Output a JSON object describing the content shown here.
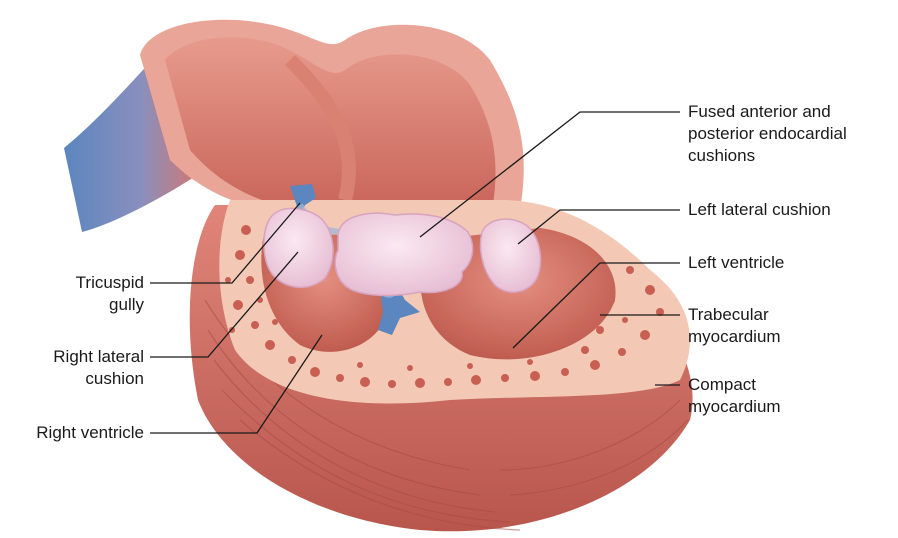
{
  "labels": {
    "fused_cushions": [
      "Fused anterior and",
      "posterior endocardial",
      "cushions"
    ],
    "left_lateral_cushion": [
      "Left lateral cushion"
    ],
    "left_ventricle": [
      "Left ventricle"
    ],
    "trabecular_myocardium": [
      "Trabecular",
      "myocardium"
    ],
    "compact_myocardium": [
      "Compact",
      "myocardium"
    ],
    "tricuspid_gully": [
      "Tricuspid",
      "gully"
    ],
    "right_lateral_cushion": [
      "Right lateral",
      "cushion"
    ],
    "right_ventricle": [
      "Right ventricle"
    ]
  },
  "colors": {
    "myocardium": "#d9756a",
    "myocardium_dark": "#b8564d",
    "cut_surface": "#f3c9b6",
    "chamber": "#c9645a",
    "cushion": "#f4d6e4",
    "cushion_shade": "#e4b8d0",
    "vessel_blue": "#5b86bf",
    "leader_line": "#1a1a1a"
  }
}
